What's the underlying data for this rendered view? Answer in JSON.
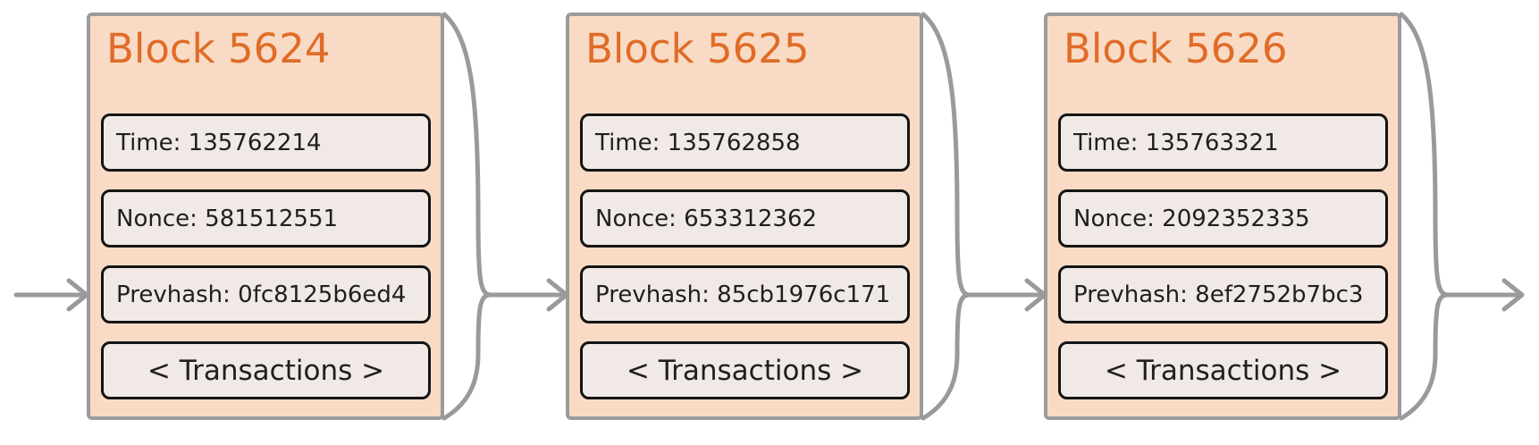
{
  "colors": {
    "background": "#ffffff",
    "accent": "#e06c28",
    "block-fill": "#f9dbc5",
    "block-border": "#9b9b9b",
    "field-fill": "#f0e9e5",
    "field-border": "#141414",
    "text": "#1f1f1f",
    "connector": "#9a9a9a"
  },
  "diagram": {
    "type": "blockchain-chain",
    "blocks": [
      {
        "title": "Block 5624",
        "fields": {
          "time": "Time: 135762214",
          "nonce": "Nonce: 581512551",
          "prevhash": "Prevhash: 0fc8125b6ed4",
          "transactions": "< Transactions >"
        }
      },
      {
        "title": "Block 5625",
        "fields": {
          "time": "Time: 135762858",
          "nonce": "Nonce: 653312362",
          "prevhash": "Prevhash: 85cb1976c171",
          "transactions": "< Transactions >"
        }
      },
      {
        "title": "Block 5626",
        "fields": {
          "time": "Time: 135763321",
          "nonce": "Nonce: 2092352335",
          "prevhash": "Prevhash: 8ef2752b7bc3",
          "transactions": "< Transactions >"
        }
      }
    ]
  }
}
